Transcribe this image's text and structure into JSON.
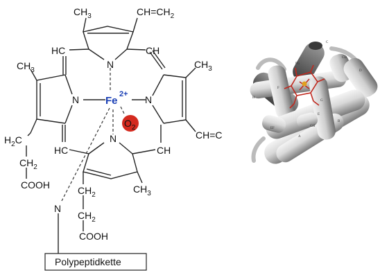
{
  "structure": {
    "metal": "Fe",
    "metal_charge": "2+",
    "oxygen": "O",
    "oxygen_sub": "2",
    "nitrogen": "N",
    "methyl": "CH",
    "methyl_sub": "3",
    "vinyl_top": "CH",
    "vinyl_top_tail": "=CH",
    "vinyl_top_sub": "2",
    "vinyl_right": "CH=C",
    "methine": "HC",
    "methine_r": "CH",
    "h2c": "H",
    "h2c_tail": "C",
    "h2c_sub": "2",
    "ch2": "CH",
    "ch2_sub": "2",
    "cooh": "COOH",
    "polypeptide": "Polypeptidkette"
  },
  "protein": {
    "helices": [
      "A",
      "B",
      "C",
      "CD",
      "D",
      "E",
      "EF",
      "F",
      "FG",
      "G",
      "GH",
      "H"
    ]
  },
  "colors": {
    "iron": "#1a3fb5",
    "oxygen_ball": "#d42a1f",
    "heme": "#c0281e",
    "helix_light": "#e6e6e6",
    "helix_dark": "#6a6a6a"
  }
}
